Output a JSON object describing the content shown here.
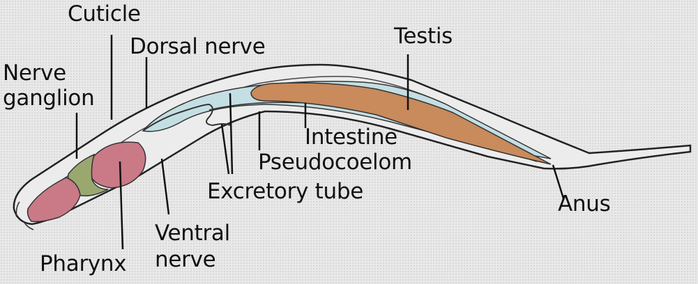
{
  "labels": {
    "cuticle": "Cuticle",
    "dorsal_nerve": "Dorsal nerve",
    "testis": "Testis",
    "nerve_ganglion_line1": "Nerve",
    "nerve_ganglion_line2": "ganglion",
    "intestine": "Intestine",
    "pseudocoelom": "Pseudocoelom",
    "excretory_tube": "Excretory tube",
    "anus": "Anus",
    "ventral_line1": "Ventral",
    "ventral_line2": "nerve",
    "pharynx": "Pharynx"
  },
  "colors": {
    "background": "#e9e9e9",
    "body_wall": "#ececec",
    "outline": "#222222",
    "body_cavity": "#c4dfe4",
    "pharynx": "#c97a86",
    "nerve_ganglion": "#9aa870",
    "testis": "#c98a5c",
    "leader_line": "#111111"
  }
}
